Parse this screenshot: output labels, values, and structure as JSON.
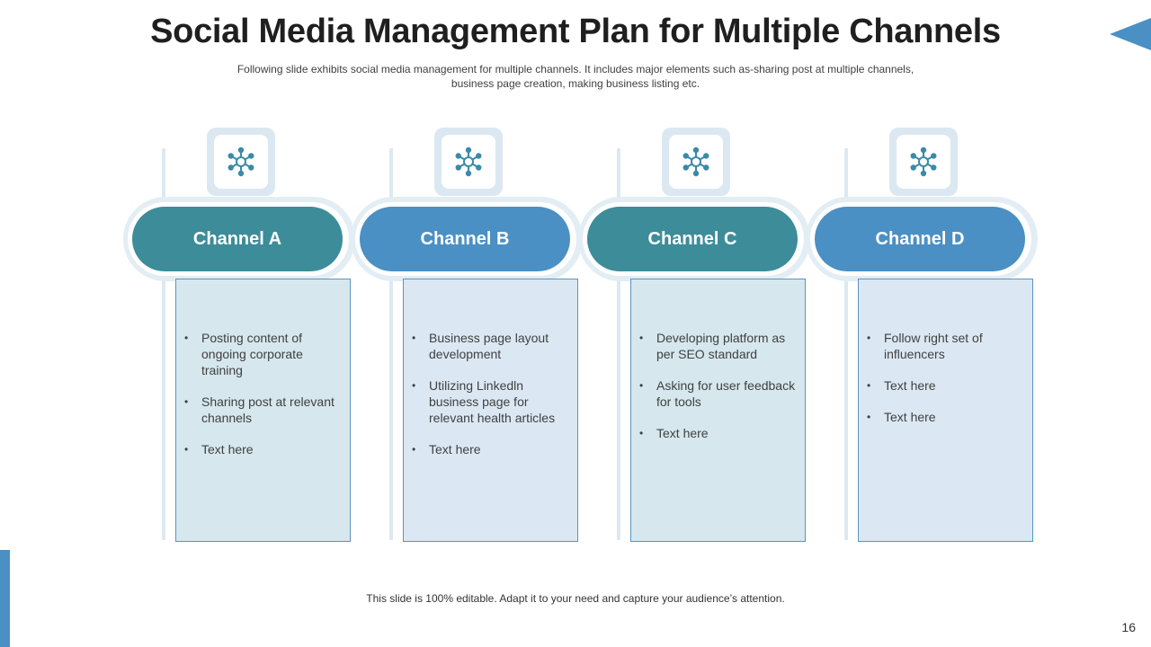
{
  "title": "Social Media Management Plan for Multiple Channels",
  "subtitle_lines": [
    "Following slide exhibits social media management for multiple channels. It includes major elements such as-sharing post at multiple channels,",
    "business page creation, making business listing etc."
  ],
  "channels": [
    {
      "label": "Channel A",
      "pill_color": "#3d8c9a",
      "box_color": "#d6e7ee",
      "icon": "network-hub-icon",
      "items": [
        "Posting content of ongoing corporate training",
        "Sharing post at relevant channels",
        "Text here"
      ]
    },
    {
      "label": "Channel B",
      "pill_color": "#4a90c4",
      "box_color": "#dbe8f3",
      "icon": "network-hub-icon",
      "items": [
        "Business page layout development",
        "Utilizing Linkedln business page for relevant health articles",
        "Text here"
      ]
    },
    {
      "label": "Channel C",
      "pill_color": "#3d8c9a",
      "box_color": "#d6e7ee",
      "icon": "network-hub-icon",
      "items": [
        "Developing platform as per SEO standard",
        "Asking for user feedback for tools",
        "Text here"
      ]
    },
    {
      "label": "Channel D",
      "pill_color": "#4a90c4",
      "box_color": "#dbe8f3",
      "icon": "network-hub-icon",
      "items": [
        "Follow right set of influencers",
        "Text here",
        "Text here"
      ]
    }
  ],
  "footer": "This slide is 100% editable. Adapt it to your need and capture your audience’s attention.",
  "page_number": "16",
  "colors": {
    "accent_blue": "#4a90c4",
    "accent_teal": "#3d8c9a",
    "icon_teal": "#3a8aa8"
  }
}
